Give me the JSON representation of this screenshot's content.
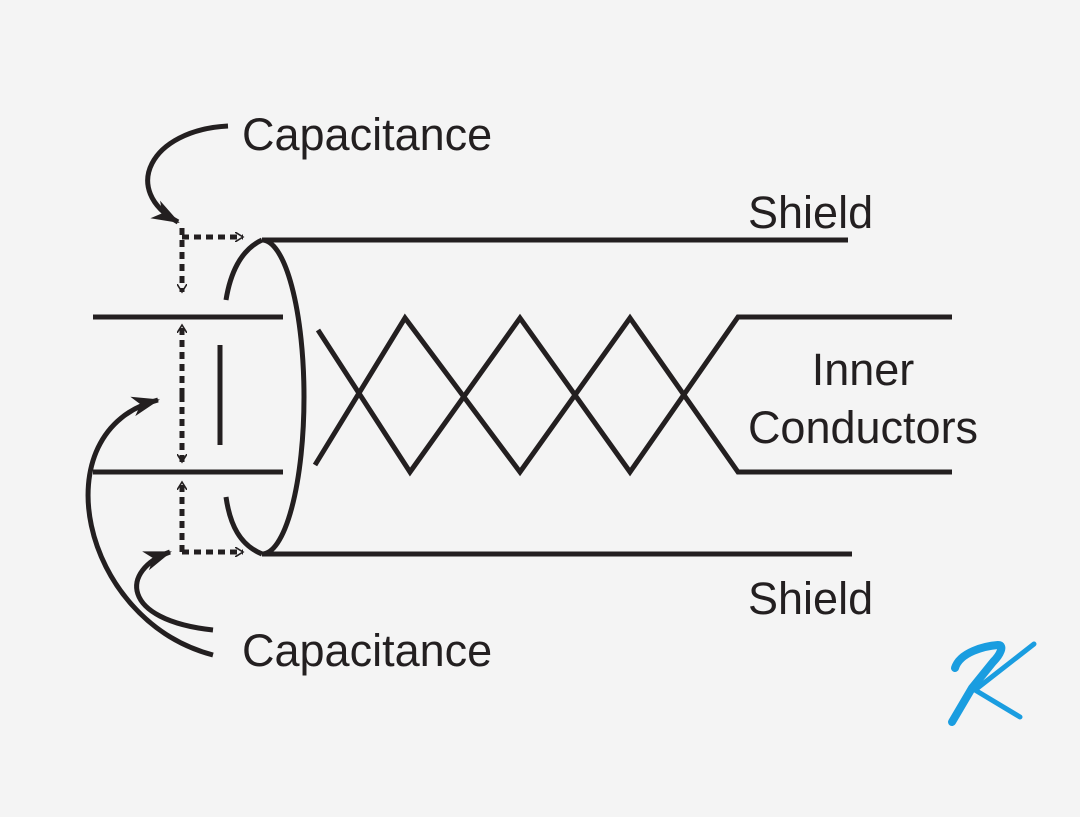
{
  "labels": {
    "capacitance_top": "Capacitance",
    "capacitance_bottom": "Capacitance",
    "shield_top": "Shield",
    "shield_bottom": "Shield",
    "inner_line1": "Inner",
    "inner_line2": "Conductors"
  },
  "logo": {
    "letter": "K",
    "color": "#1a9de0"
  },
  "colors": {
    "line": "#231f20",
    "background": "#f4f4f4"
  }
}
